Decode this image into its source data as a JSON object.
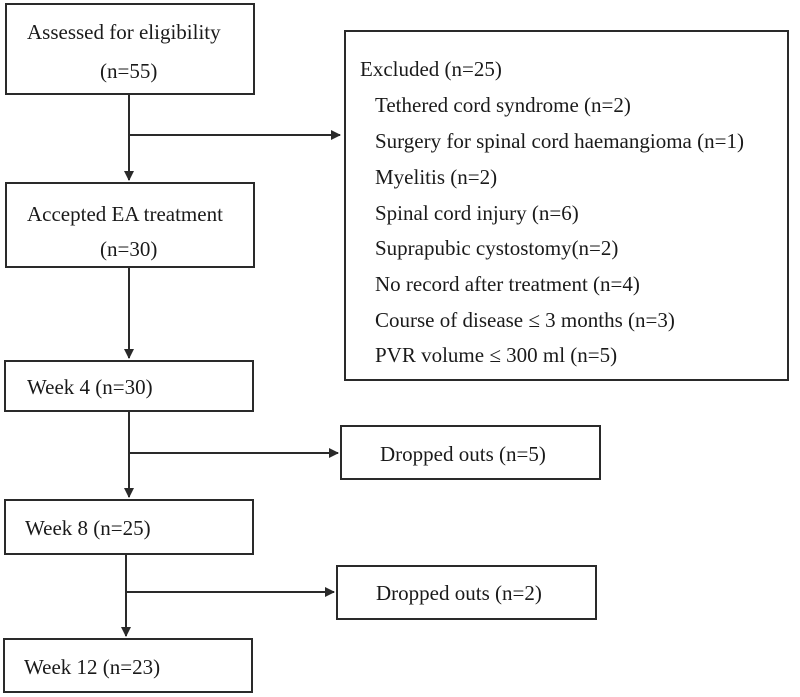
{
  "nodes": {
    "assessed": {
      "line1": "Assessed for eligibility",
      "line2": "(n=55)"
    },
    "accepted": {
      "line1": "Accepted EA treatment",
      "line2": "(n=30)"
    },
    "week4": {
      "label": "Week 4 (n=30)"
    },
    "week8": {
      "label": "Week 8 (n=25)"
    },
    "week12": {
      "label": "Week 12 (n=23)"
    },
    "excluded": {
      "title": "Excluded (n=25)",
      "reasons": [
        "Tethered cord syndrome (n=2)",
        "Surgery for spinal cord haemangioma (n=1)",
        "Myelitis (n=2)",
        "Spinal cord injury (n=6)",
        "Suprapubic cystostomy(n=2)",
        "No record after treatment (n=4)",
        "Course of disease ≤ 3 months (n=3)",
        "PVR volume ≤ 300 ml (n=5)"
      ]
    },
    "dropout1": {
      "label": "Dropped outs (n=5)"
    },
    "dropout2": {
      "label": "Dropped outs (n=2)"
    }
  }
}
